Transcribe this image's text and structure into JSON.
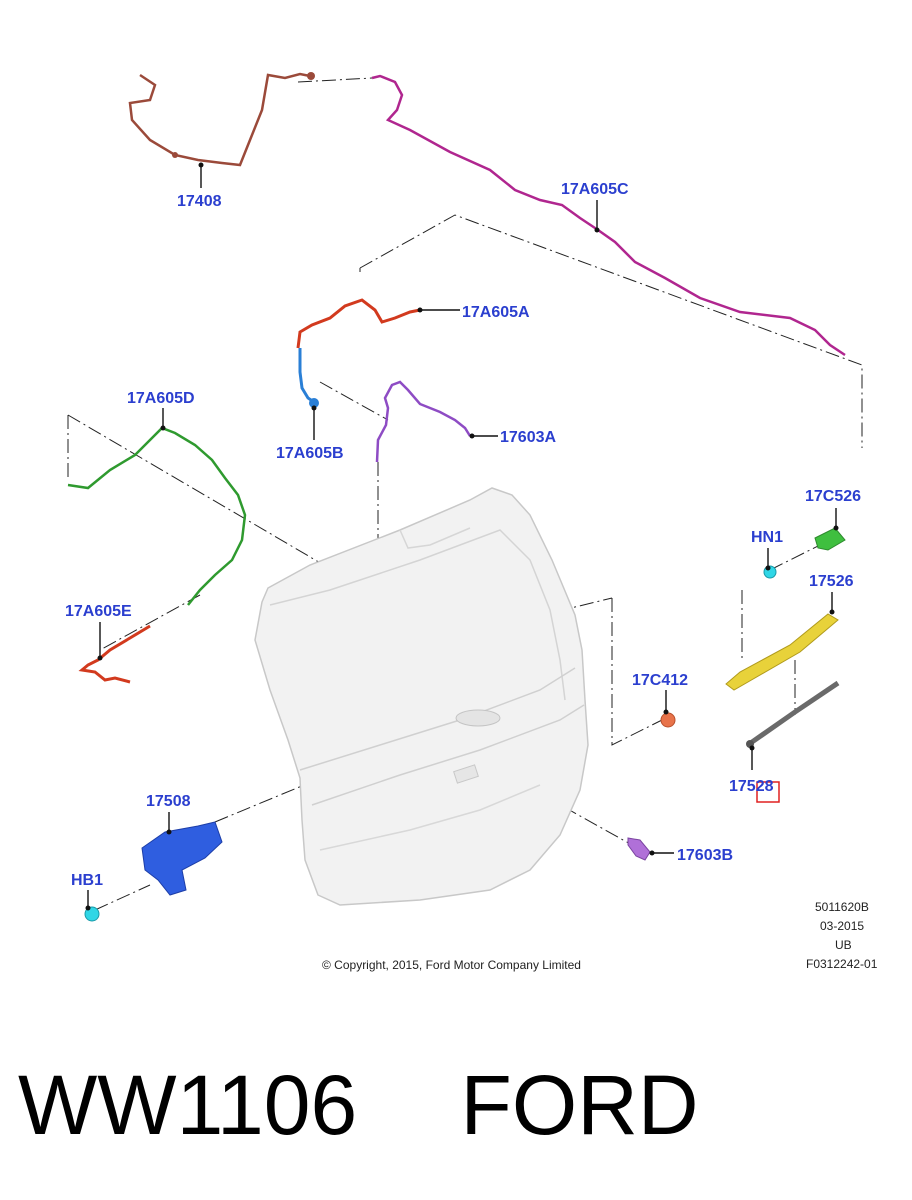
{
  "diagram": {
    "callouts": {
      "c17408": "17408",
      "c17A605C": "17A605C",
      "c17A605A": "17A605A",
      "c17A605B": "17A605B",
      "c17603A": "17603A",
      "c17A605D": "17A605D",
      "c17A605E": "17A605E",
      "c17C526": "17C526",
      "cHN1": "HN1",
      "c17526": "17526",
      "c17C412": "17C412",
      "c17528": "17528",
      "c17508": "17508",
      "cHB1": "HB1",
      "c17603B": "17603B"
    },
    "footer": {
      "code": "5011620B",
      "date": "03-2015",
      "lang": "UB",
      "figure": "F0312242-01",
      "copyright": "© Copyright, 2015, Ford Motor Company Limited"
    },
    "colors": {
      "callout_text": "#2b3fcf",
      "harness_17408": "#9b4a3a",
      "harness_17A605C": "#b0268f",
      "harness_17A605A": "#d23a1e",
      "harness_17A605B": "#2a7fd6",
      "harness_17603A": "#8e4cc4",
      "harness_17A605D": "#2f9a2f",
      "harness_17A605E": "#d23a1e",
      "part_17C526": "#3fbf3f",
      "part_HN1": "#2fd6e6",
      "part_17526": "#e8d23a",
      "part_17C412": "#e8734a",
      "part_17508": "#2f5ee0",
      "part_HB1": "#2fd6e6",
      "part_17603B": "#b070d8",
      "highlight_box": "#e02020"
    }
  },
  "title": {
    "model": "WW1106",
    "brand": "FORD"
  }
}
